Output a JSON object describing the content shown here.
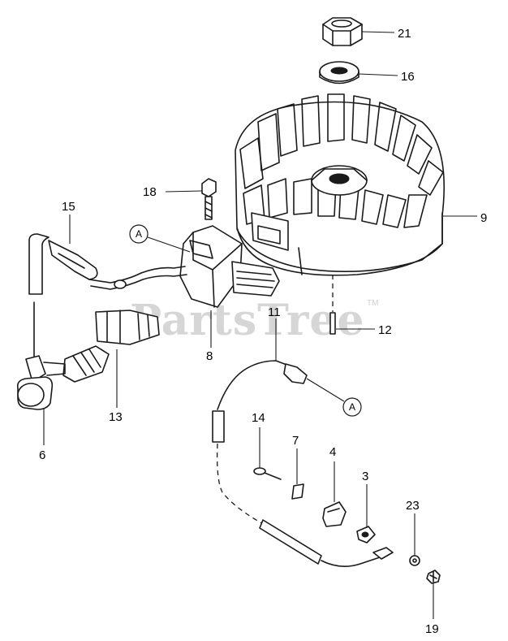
{
  "watermark": {
    "text": "PartsTree",
    "trademark": "TM"
  },
  "callouts": [
    {
      "id": "21",
      "label": "21"
    },
    {
      "id": "16",
      "label": "16"
    },
    {
      "id": "9",
      "label": "9"
    },
    {
      "id": "18",
      "label": "18"
    },
    {
      "id": "15",
      "label": "15"
    },
    {
      "id": "12",
      "label": "12"
    },
    {
      "id": "11",
      "label": "11"
    },
    {
      "id": "8",
      "label": "8"
    },
    {
      "id": "13",
      "label": "13"
    },
    {
      "id": "6",
      "label": "6"
    },
    {
      "id": "14",
      "label": "14"
    },
    {
      "id": "7",
      "label": "7"
    },
    {
      "id": "4",
      "label": "4"
    },
    {
      "id": "3",
      "label": "3"
    },
    {
      "id": "23",
      "label": "23"
    },
    {
      "id": "19",
      "label": "19"
    }
  ],
  "connection_tags": [
    {
      "id": "A-coil",
      "label": "A"
    },
    {
      "id": "A-wire",
      "label": "A"
    }
  ]
}
